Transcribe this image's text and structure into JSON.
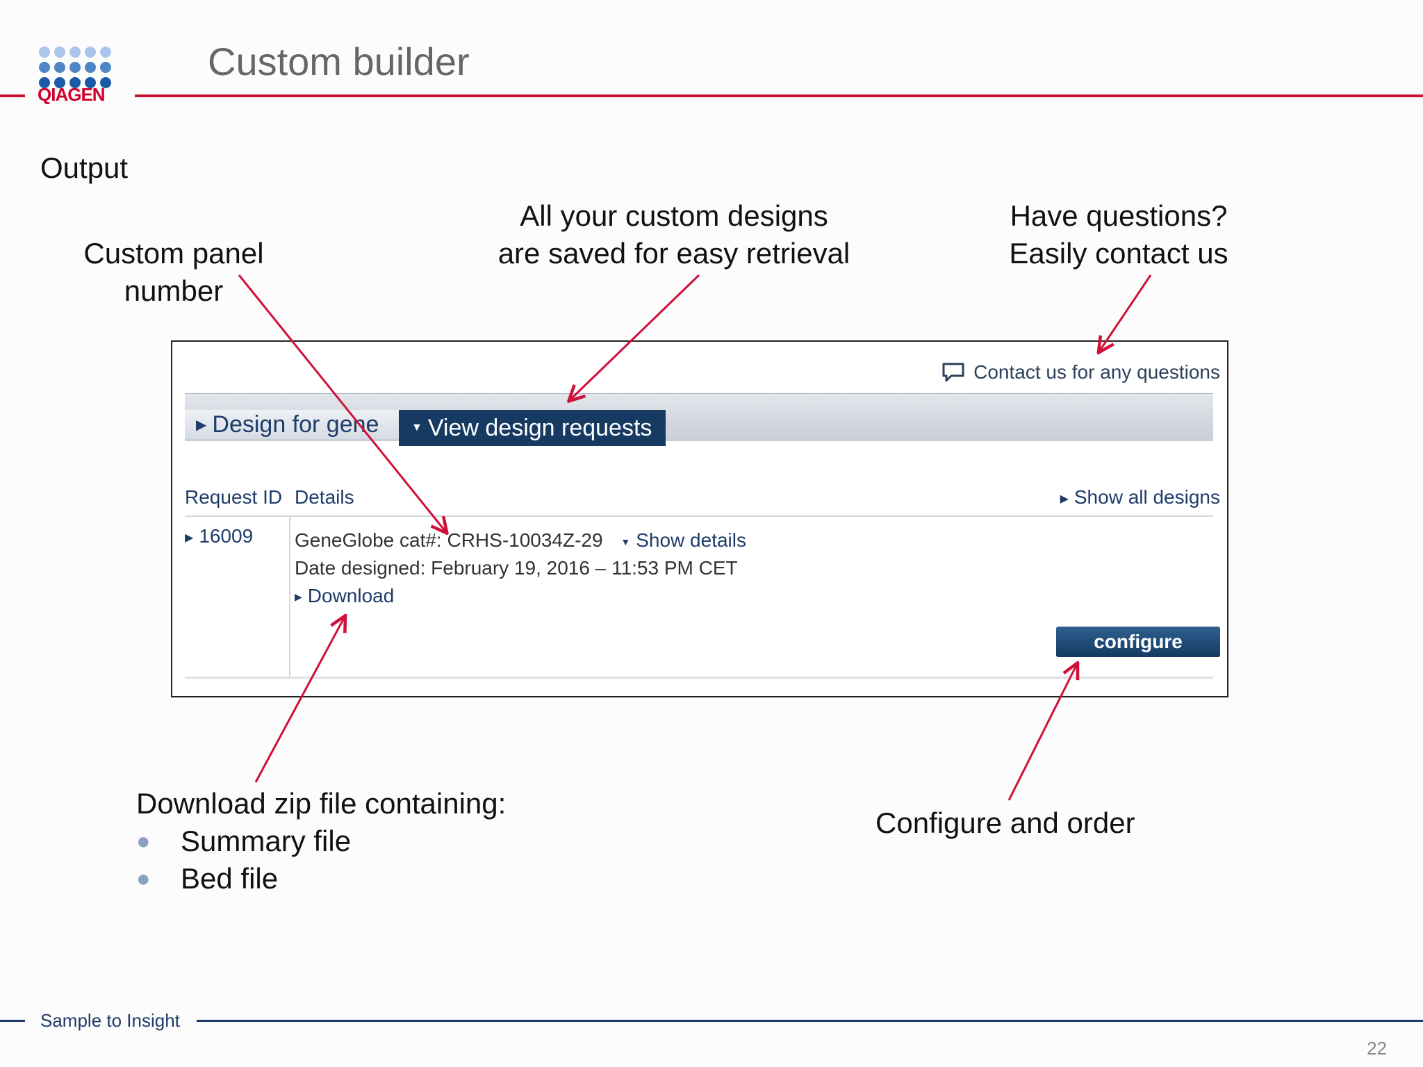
{
  "header": {
    "logo_text": "QIAGEN",
    "title": "Custom builder",
    "accent_color": "#c4142f"
  },
  "slide": {
    "subtitle": "Output",
    "callouts": {
      "panel_line1": "Custom panel",
      "panel_line2": "number",
      "designs_line1": "All your custom designs",
      "designs_line2": "are saved for easy retrieval",
      "questions_line1": "Have questions?",
      "questions_line2": "Easily contact us",
      "configure": "Configure and order",
      "download_heading": "Download zip file containing:",
      "download_items": [
        "Summary file",
        "Bed file"
      ]
    }
  },
  "ui": {
    "contact_label": "Contact us for any questions",
    "contact_icon": "speech-bubble-icon",
    "tabs": {
      "design_for_gene": "Design for gene",
      "view_design_requests": "View design requests"
    },
    "columns": {
      "request_id": "Request ID",
      "details": "Details",
      "show_all": "Show all designs"
    },
    "row": {
      "request_id": "16009",
      "catalog_prefix": "GeneGlobe cat#:",
      "catalog_number": "CRHS-10034Z-29",
      "show_details": "Show details",
      "date_label": "Date designed:",
      "date_value": "February 19, 2016 – 11:53 PM CET",
      "download": "Download"
    },
    "configure_button": "configure"
  },
  "footer": {
    "tagline": "Sample to Insight",
    "page_number": "22"
  }
}
